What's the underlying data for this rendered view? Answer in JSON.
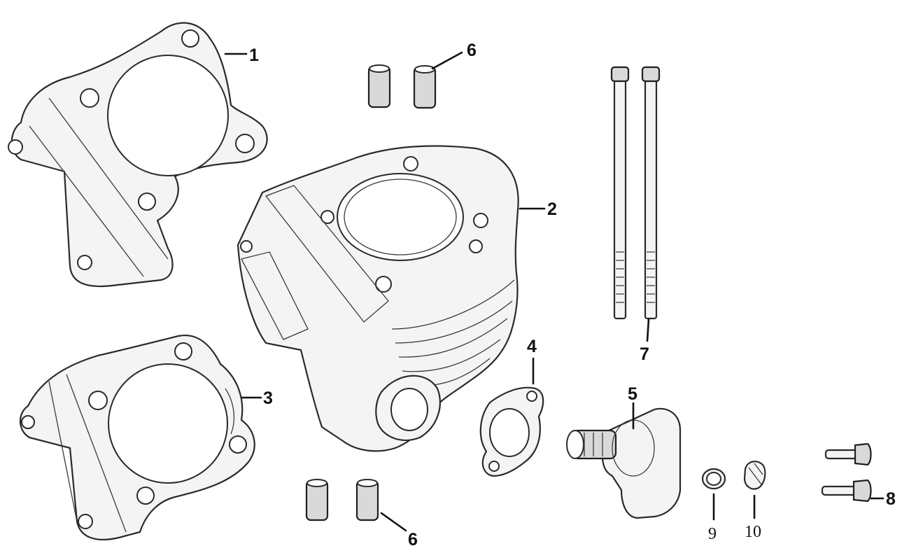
{
  "callouts": {
    "c1": "1",
    "c2": "2",
    "c3": "3",
    "c4": "4",
    "c5": "5",
    "c6_top": "6",
    "c6_bottom": "6",
    "c7": "7",
    "c8": "8",
    "c9": "9",
    "c10": "10"
  }
}
